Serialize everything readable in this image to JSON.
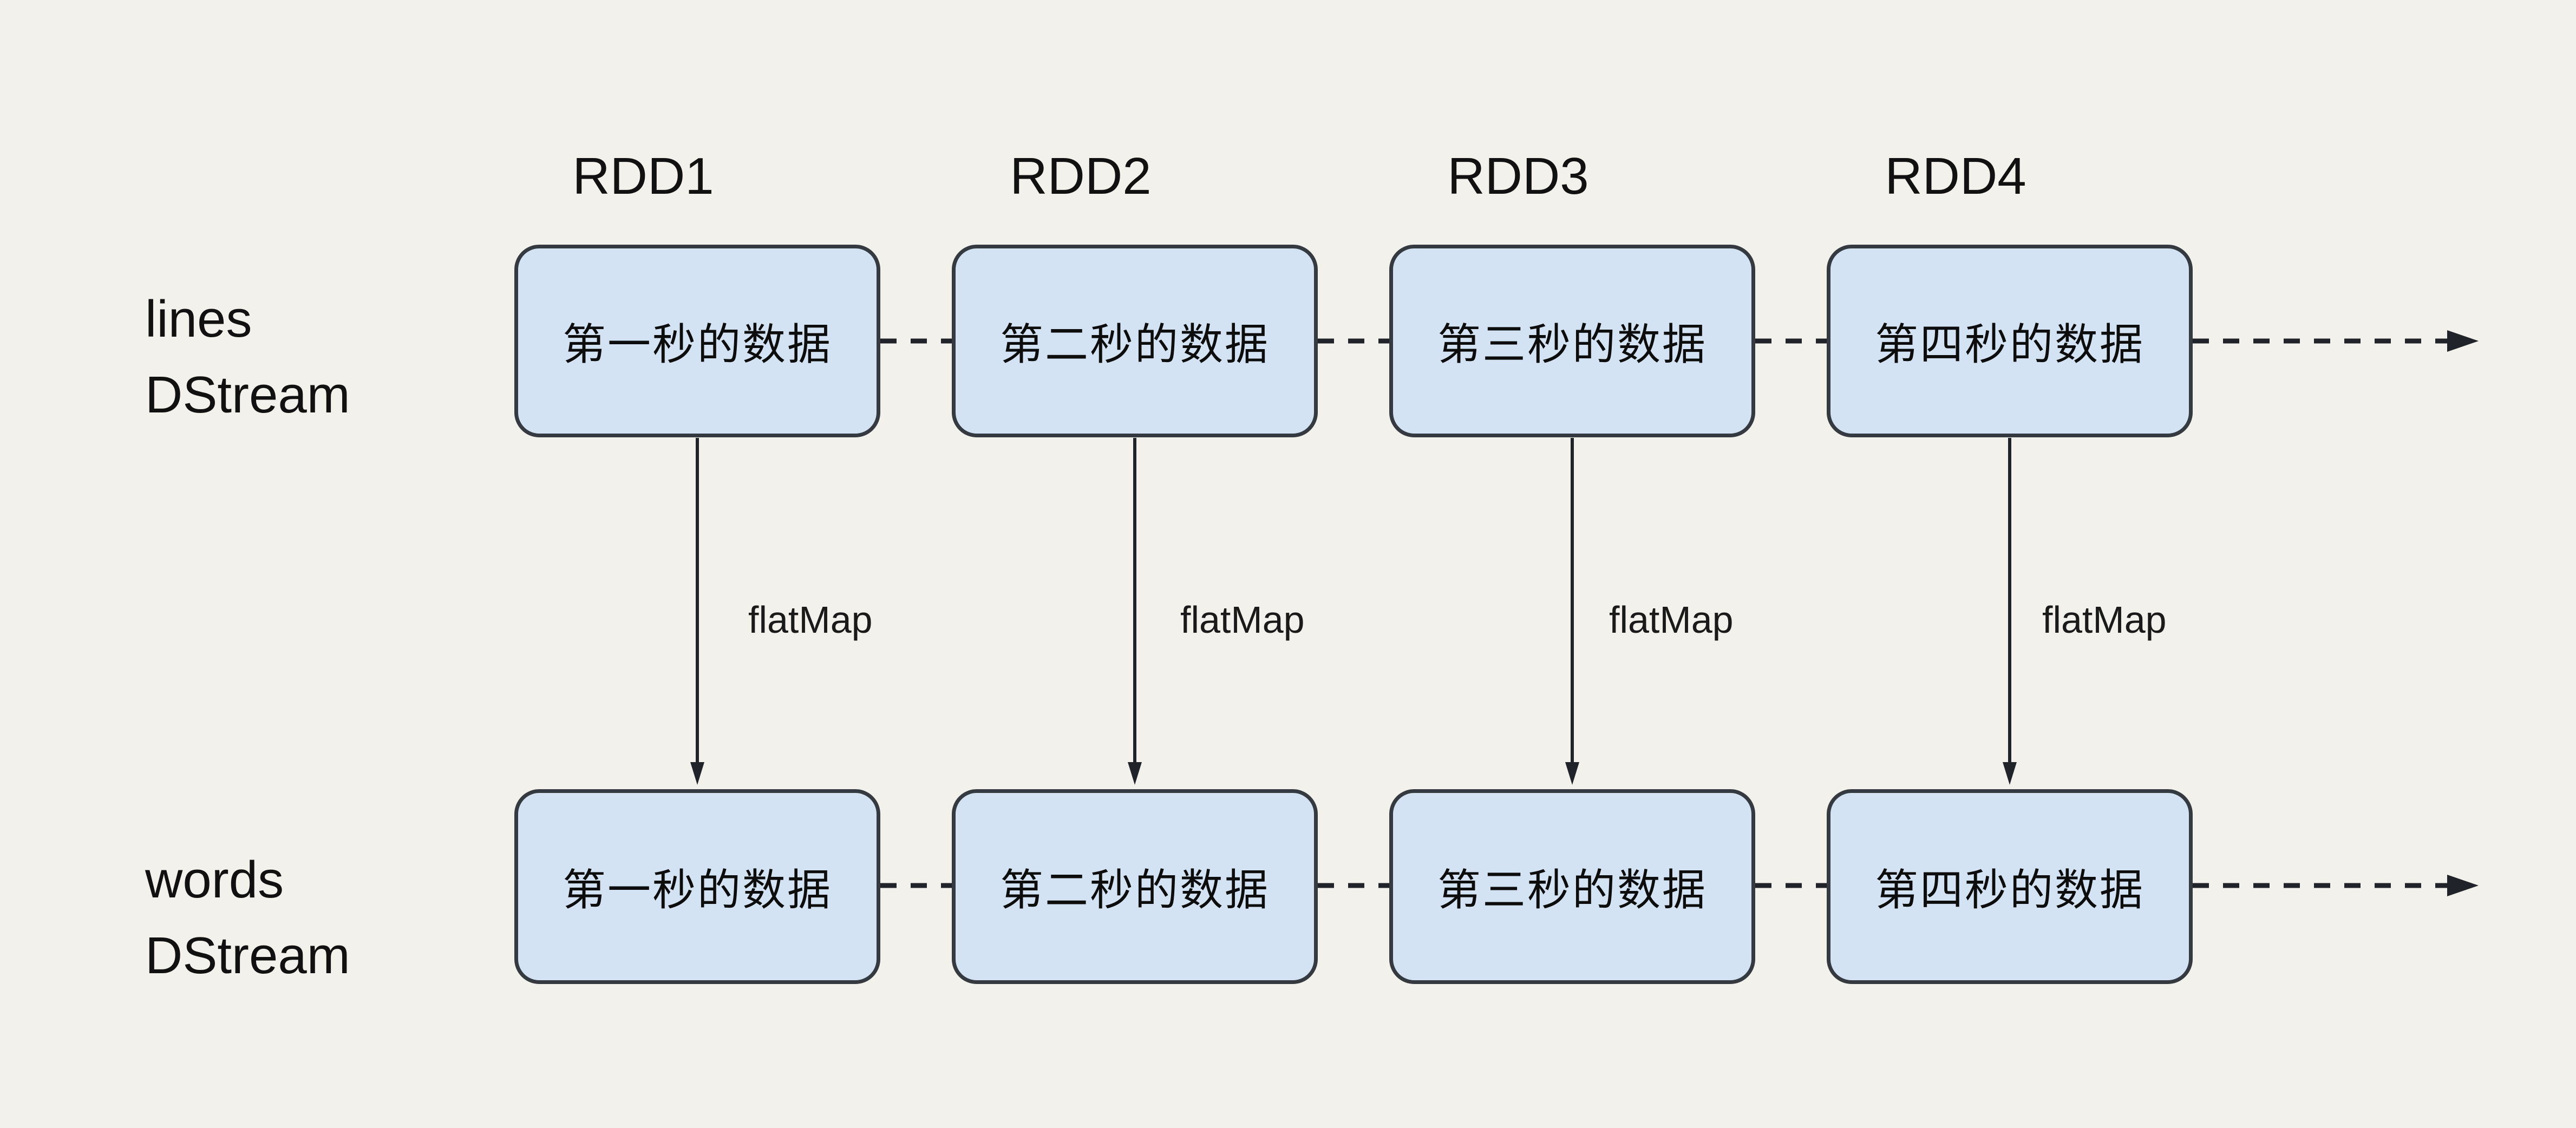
{
  "colors": {
    "background": "#f2f1eb",
    "node_fill": "#d4e3f3",
    "node_border": "#343a40",
    "connector": "#20242a"
  },
  "rdd_labels": [
    "RDD1",
    "RDD2",
    "RDD3",
    "RDD4"
  ],
  "row_labels": [
    {
      "name": "lines",
      "type": "DStream"
    },
    {
      "name": "words",
      "type": "DStream"
    }
  ],
  "rows": [
    {
      "boxes": [
        "第一秒的数据",
        "第二秒的数据",
        "第三秒的数据",
        "第四秒的数据"
      ]
    },
    {
      "boxes": [
        "第一秒的数据",
        "第二秒的数据",
        "第三秒的数据",
        "第四秒的数据"
      ]
    }
  ],
  "edge_labels": [
    "flatMap",
    "flatMap",
    "flatMap",
    "flatMap"
  ]
}
